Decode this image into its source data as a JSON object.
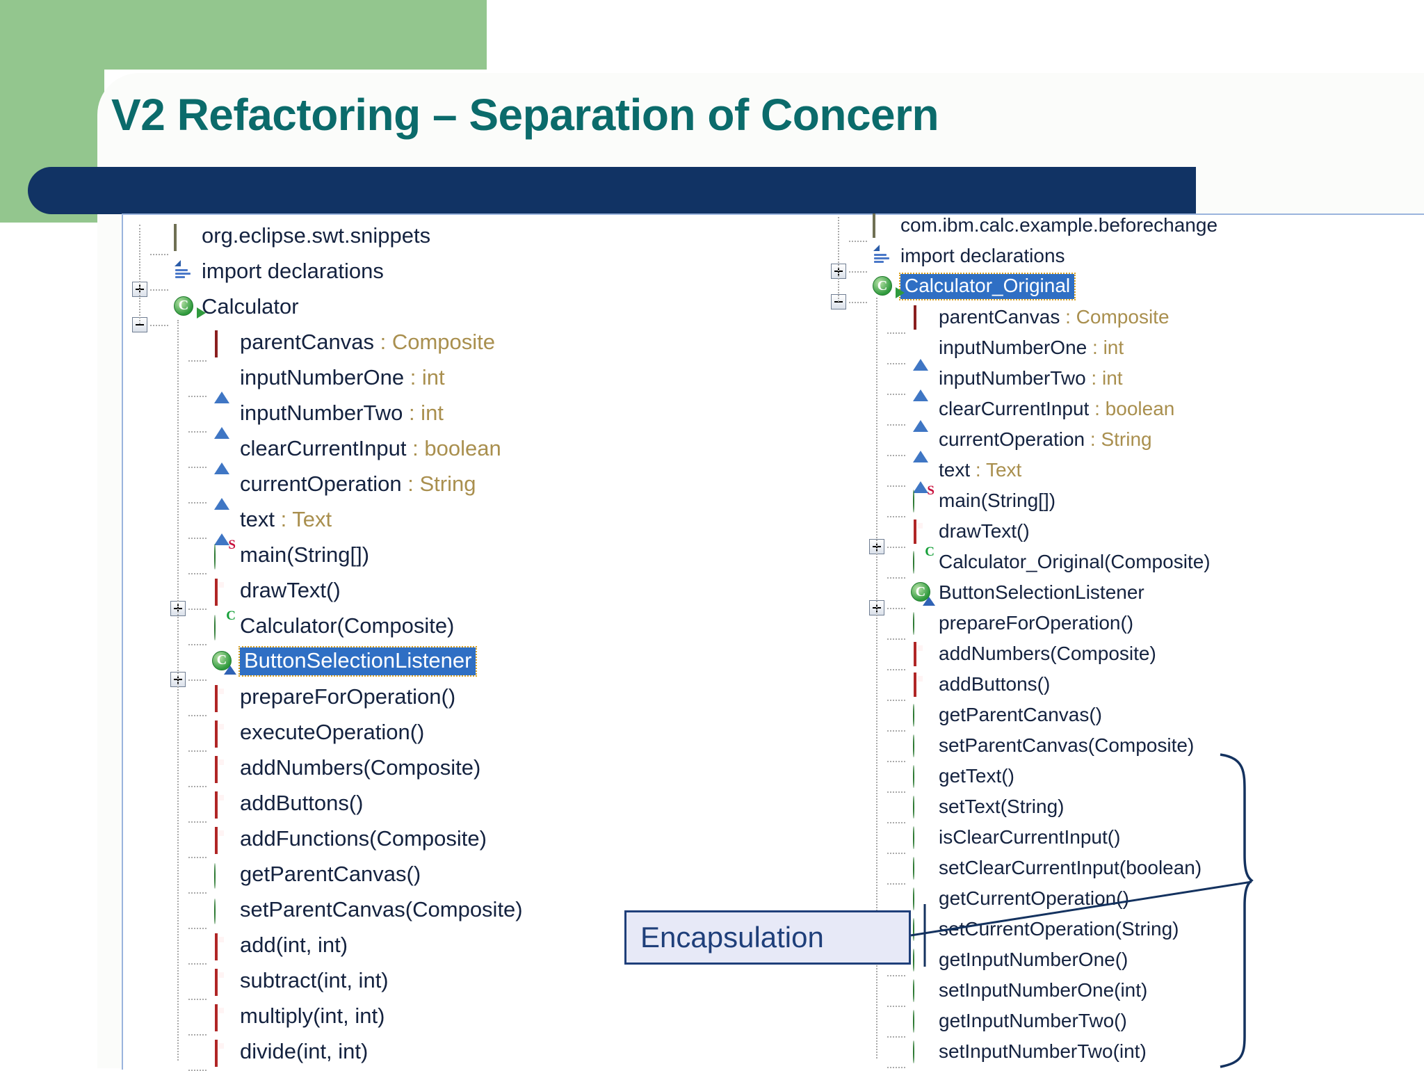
{
  "slide": {
    "title": "V2 Refactoring – Separation of Concern",
    "title_color": "#0b6b6b",
    "banner_color": "#113364",
    "accent_green": "#93c68e"
  },
  "callout": {
    "label": "Encapsulation",
    "border_color": "#1f3f7a",
    "fill_color": "#e7e9f7"
  },
  "left_tree": {
    "package": "org.eclipse.swt.snippets",
    "imports": "import declarations",
    "class": "Calculator",
    "nodes": [
      {
        "icon": "package-icon",
        "label": "org.eclipse.swt.snippets",
        "type": "",
        "indent": 0,
        "twisty": "none",
        "selected": false
      },
      {
        "icon": "import-declarations-icon",
        "label": "import declarations",
        "type": "",
        "indent": 0,
        "twisty": "plus",
        "selected": false
      },
      {
        "icon": "class-icon",
        "label": "Calculator",
        "type": "",
        "indent": 0,
        "twisty": "minus",
        "selected": false,
        "runnable": true
      },
      {
        "icon": "private-field-icon",
        "label": "parentCanvas",
        "type": "Composite",
        "indent": 1,
        "twisty": "none",
        "selected": false
      },
      {
        "icon": "protected-field-icon",
        "label": "inputNumberOne",
        "type": "int",
        "indent": 1,
        "twisty": "none",
        "selected": false
      },
      {
        "icon": "protected-field-icon",
        "label": "inputNumberTwo",
        "type": "int",
        "indent": 1,
        "twisty": "none",
        "selected": false
      },
      {
        "icon": "protected-field-icon",
        "label": "clearCurrentInput",
        "type": "boolean",
        "indent": 1,
        "twisty": "none",
        "selected": false
      },
      {
        "icon": "protected-field-icon",
        "label": "currentOperation",
        "type": "String",
        "indent": 1,
        "twisty": "none",
        "selected": false
      },
      {
        "icon": "protected-field-icon",
        "label": "text",
        "type": "Text",
        "indent": 1,
        "twisty": "none",
        "selected": false
      },
      {
        "icon": "public-method-icon",
        "label": "main(String[])",
        "type": "",
        "indent": 1,
        "twisty": "none",
        "selected": false,
        "modifier": "S"
      },
      {
        "icon": "private-method-icon",
        "label": "drawText()",
        "type": "",
        "indent": 1,
        "twisty": "plus",
        "selected": false
      },
      {
        "icon": "public-method-icon",
        "label": "Calculator(Composite)",
        "type": "",
        "indent": 1,
        "twisty": "none",
        "selected": false,
        "modifier": "C"
      },
      {
        "icon": "inner-class-icon",
        "label": "ButtonSelectionListener",
        "type": "",
        "indent": 1,
        "twisty": "plus",
        "selected": true
      },
      {
        "icon": "private-method-icon",
        "label": "prepareForOperation()",
        "type": "",
        "indent": 1,
        "twisty": "none",
        "selected": false
      },
      {
        "icon": "private-method-icon",
        "label": "executeOperation()",
        "type": "",
        "indent": 1,
        "twisty": "none",
        "selected": false
      },
      {
        "icon": "private-method-icon",
        "label": "addNumbers(Composite)",
        "type": "",
        "indent": 1,
        "twisty": "none",
        "selected": false
      },
      {
        "icon": "private-method-icon",
        "label": "addButtons()",
        "type": "",
        "indent": 1,
        "twisty": "none",
        "selected": false
      },
      {
        "icon": "private-method-icon",
        "label": "addFunctions(Composite)",
        "type": "",
        "indent": 1,
        "twisty": "none",
        "selected": false
      },
      {
        "icon": "public-method-icon",
        "label": "getParentCanvas()",
        "type": "",
        "indent": 1,
        "twisty": "none",
        "selected": false
      },
      {
        "icon": "public-method-icon",
        "label": "setParentCanvas(Composite)",
        "type": "",
        "indent": 1,
        "twisty": "none",
        "selected": false
      },
      {
        "icon": "private-method-icon",
        "label": "add(int, int)",
        "type": "",
        "indent": 1,
        "twisty": "none",
        "selected": false
      },
      {
        "icon": "private-method-icon",
        "label": "subtract(int, int)",
        "type": "",
        "indent": 1,
        "twisty": "none",
        "selected": false
      },
      {
        "icon": "private-method-icon",
        "label": "multiply(int, int)",
        "type": "",
        "indent": 1,
        "twisty": "none",
        "selected": false
      },
      {
        "icon": "private-method-icon",
        "label": "divide(int, int)",
        "type": "",
        "indent": 1,
        "twisty": "none",
        "selected": false
      }
    ]
  },
  "right_tree": {
    "package": "com.ibm.calc.example.beforechange",
    "imports": "import declarations",
    "class": "Calculator_Original",
    "nodes": [
      {
        "icon": "package-icon",
        "label": "com.ibm.calc.example.beforechange",
        "type": "",
        "indent": 0,
        "twisty": "none",
        "selected": false
      },
      {
        "icon": "import-declarations-icon",
        "label": "import declarations",
        "type": "",
        "indent": 0,
        "twisty": "plus",
        "selected": false
      },
      {
        "icon": "class-icon",
        "label": "Calculator_Original",
        "type": "",
        "indent": 0,
        "twisty": "minus",
        "selected": true,
        "runnable": true
      },
      {
        "icon": "private-field-icon",
        "label": "parentCanvas",
        "type": "Composite",
        "indent": 1,
        "twisty": "none",
        "selected": false
      },
      {
        "icon": "protected-field-icon",
        "label": "inputNumberOne",
        "type": "int",
        "indent": 1,
        "twisty": "none",
        "selected": false
      },
      {
        "icon": "protected-field-icon",
        "label": "inputNumberTwo",
        "type": "int",
        "indent": 1,
        "twisty": "none",
        "selected": false
      },
      {
        "icon": "protected-field-icon",
        "label": "clearCurrentInput",
        "type": "boolean",
        "indent": 1,
        "twisty": "none",
        "selected": false
      },
      {
        "icon": "protected-field-icon",
        "label": "currentOperation",
        "type": "String",
        "indent": 1,
        "twisty": "none",
        "selected": false
      },
      {
        "icon": "protected-field-icon",
        "label": "text",
        "type": "Text",
        "indent": 1,
        "twisty": "none",
        "selected": false
      },
      {
        "icon": "public-method-icon",
        "label": "main(String[])",
        "type": "",
        "indent": 1,
        "twisty": "none",
        "selected": false,
        "modifier": "S"
      },
      {
        "icon": "private-method-icon",
        "label": "drawText()",
        "type": "",
        "indent": 1,
        "twisty": "plus",
        "selected": false
      },
      {
        "icon": "public-method-icon",
        "label": "Calculator_Original(Composite)",
        "type": "",
        "indent": 1,
        "twisty": "none",
        "selected": false,
        "modifier": "C"
      },
      {
        "icon": "inner-class-icon",
        "label": "ButtonSelectionListener",
        "type": "",
        "indent": 1,
        "twisty": "plus",
        "selected": false
      },
      {
        "icon": "public-method-icon",
        "label": "prepareForOperation()",
        "type": "",
        "indent": 1,
        "twisty": "none",
        "selected": false
      },
      {
        "icon": "private-method-icon",
        "label": "addNumbers(Composite)",
        "type": "",
        "indent": 1,
        "twisty": "none",
        "selected": false
      },
      {
        "icon": "private-method-icon",
        "label": "addButtons()",
        "type": "",
        "indent": 1,
        "twisty": "none",
        "selected": false
      },
      {
        "icon": "public-method-icon",
        "label": "getParentCanvas()",
        "type": "",
        "indent": 1,
        "twisty": "none",
        "selected": false
      },
      {
        "icon": "public-method-icon",
        "label": "setParentCanvas(Composite)",
        "type": "",
        "indent": 1,
        "twisty": "none",
        "selected": false
      },
      {
        "icon": "public-method-icon",
        "label": "getText()",
        "type": "",
        "indent": 1,
        "twisty": "none",
        "selected": false
      },
      {
        "icon": "public-method-icon",
        "label": "setText(String)",
        "type": "",
        "indent": 1,
        "twisty": "none",
        "selected": false
      },
      {
        "icon": "public-method-icon",
        "label": "isClearCurrentInput()",
        "type": "",
        "indent": 1,
        "twisty": "none",
        "selected": false
      },
      {
        "icon": "public-method-icon",
        "label": "setClearCurrentInput(boolean)",
        "type": "",
        "indent": 1,
        "twisty": "none",
        "selected": false
      },
      {
        "icon": "public-method-icon",
        "label": "getCurrentOperation()",
        "type": "",
        "indent": 1,
        "twisty": "none",
        "selected": false
      },
      {
        "icon": "public-method-icon",
        "label": "setCurrentOperation(String)",
        "type": "",
        "indent": 1,
        "twisty": "none",
        "selected": false
      },
      {
        "icon": "public-method-icon",
        "label": "getInputNumberOne()",
        "type": "",
        "indent": 1,
        "twisty": "none",
        "selected": false
      },
      {
        "icon": "public-method-icon",
        "label": "setInputNumberOne(int)",
        "type": "",
        "indent": 1,
        "twisty": "none",
        "selected": false
      },
      {
        "icon": "public-method-icon",
        "label": "getInputNumberTwo()",
        "type": "",
        "indent": 1,
        "twisty": "none",
        "selected": false
      },
      {
        "icon": "public-method-icon",
        "label": "setInputNumberTwo(int)",
        "type": "",
        "indent": 1,
        "twisty": "none",
        "selected": false
      }
    ]
  }
}
